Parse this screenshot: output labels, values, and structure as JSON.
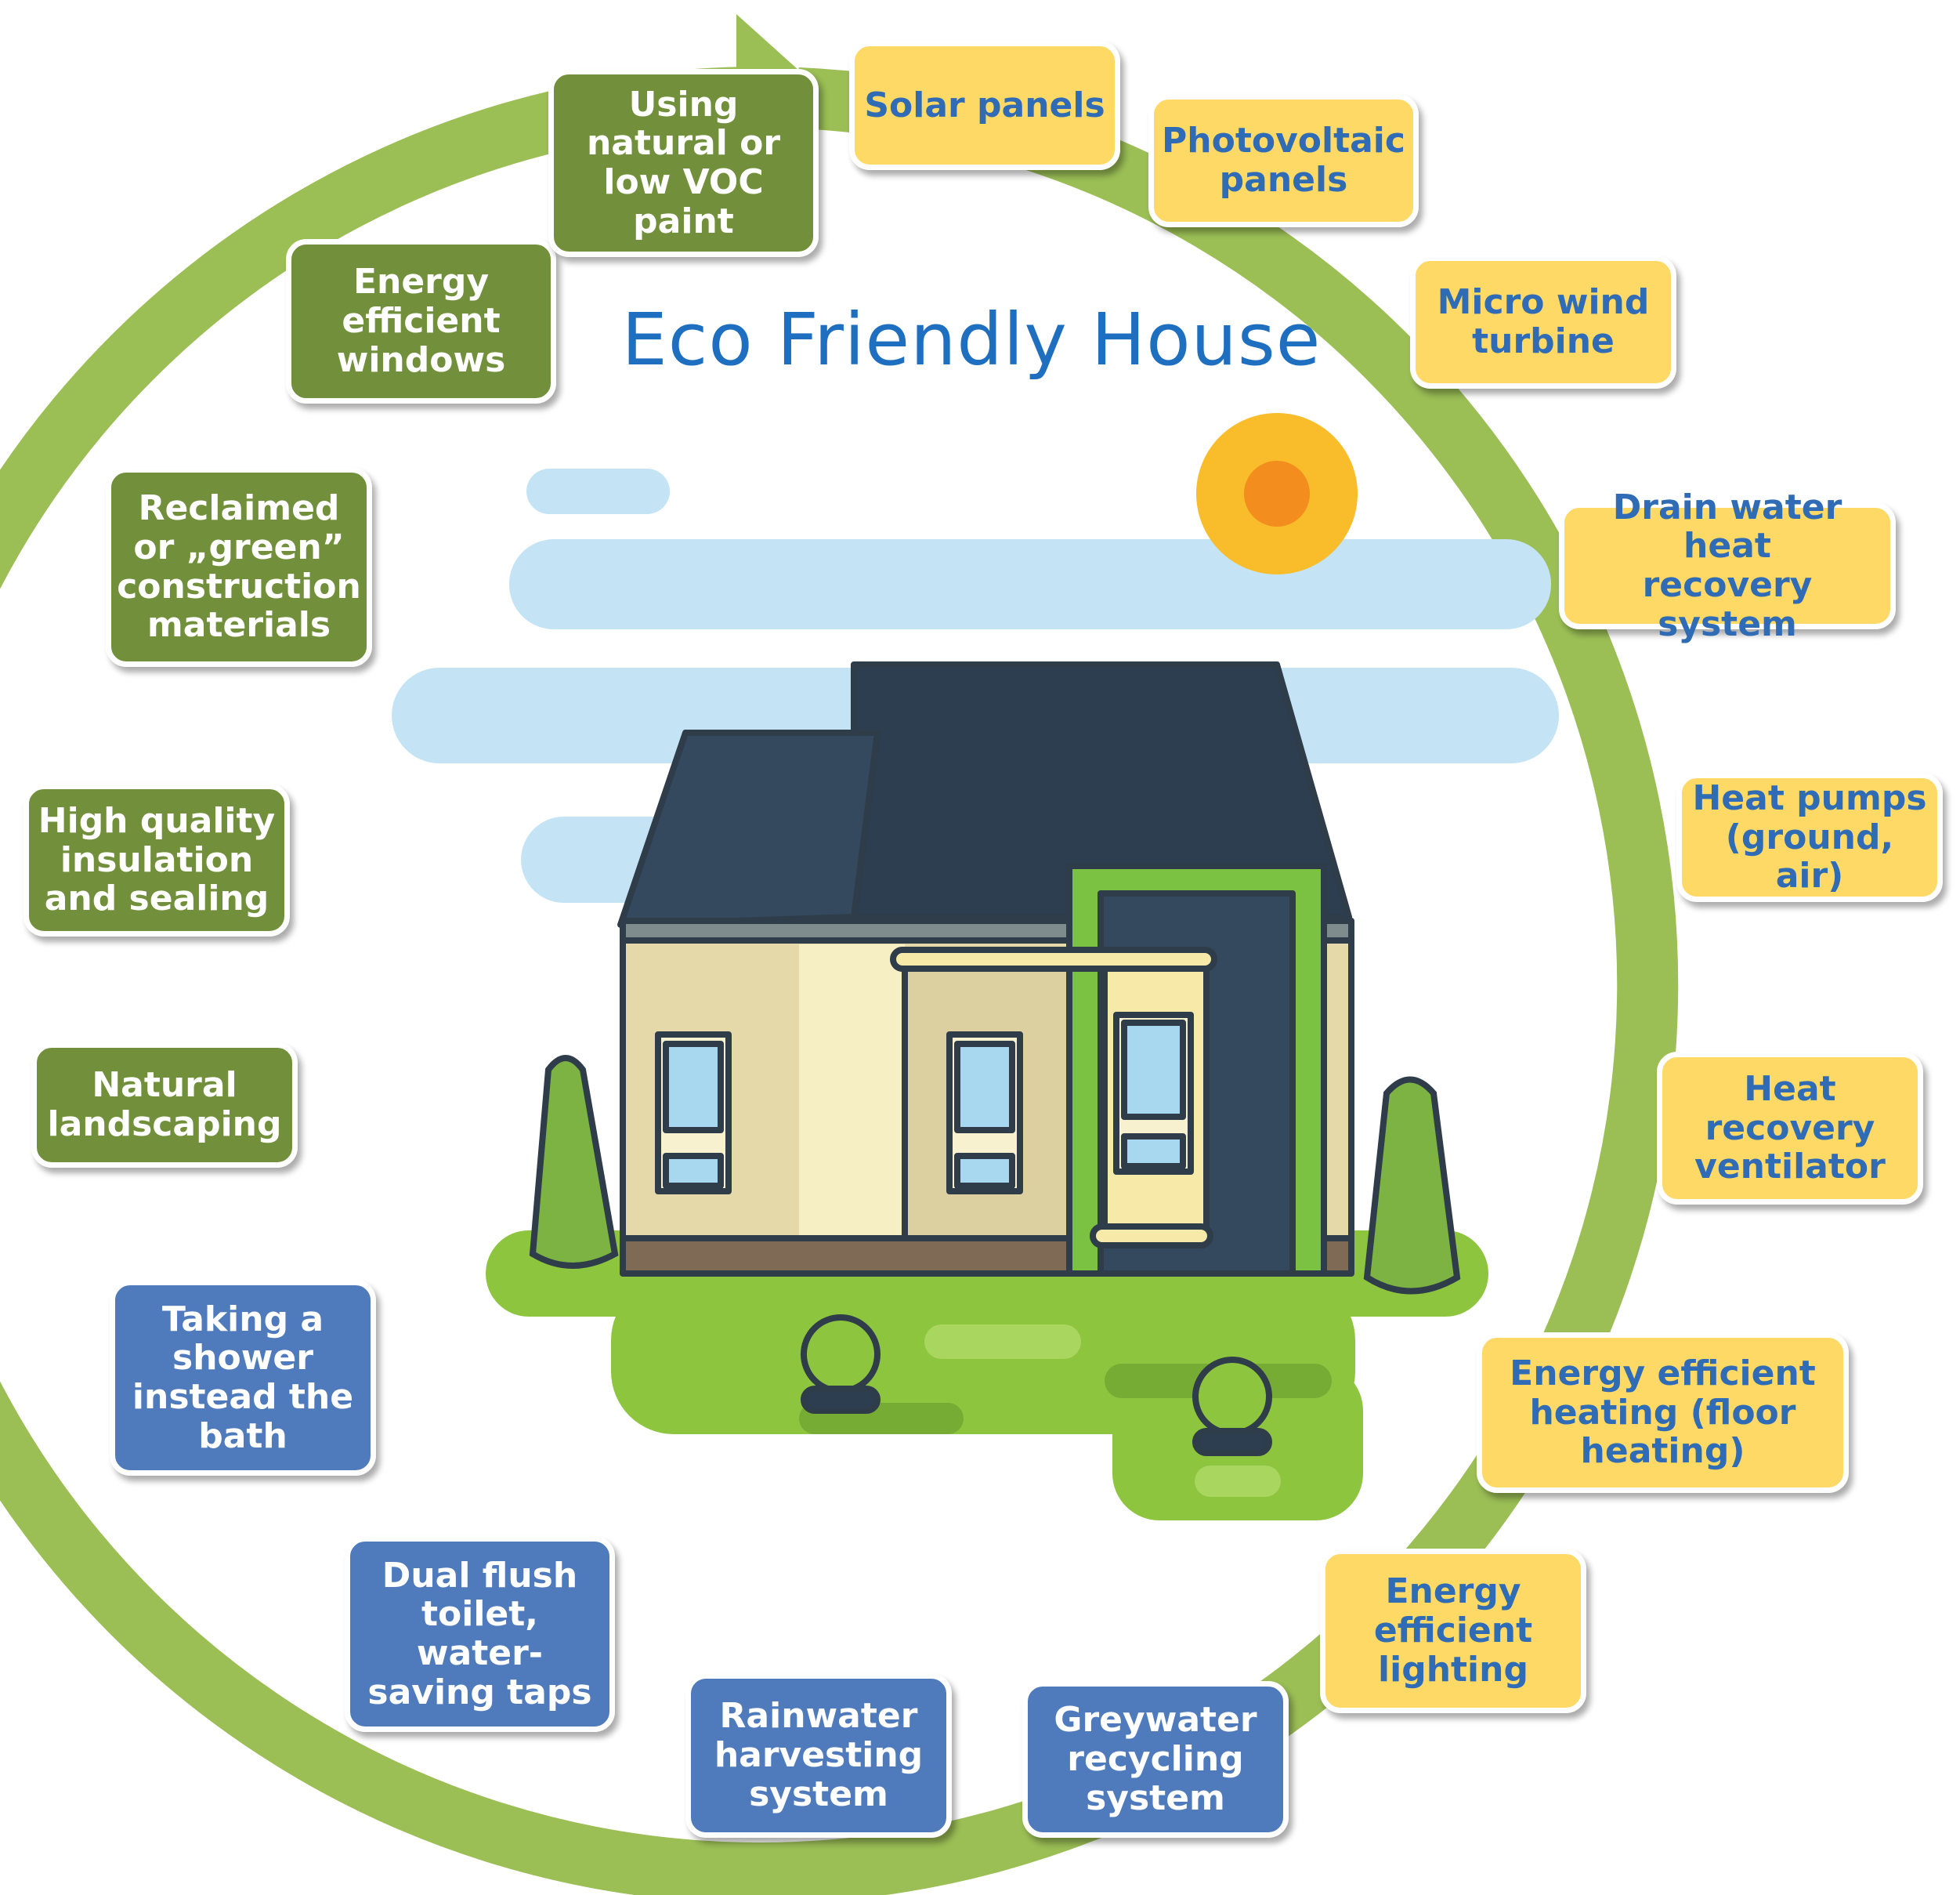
{
  "title": "Eco Friendly House",
  "colors": {
    "ring": "#9bbe55",
    "yellow_box": "#fed966",
    "yellow_text": "#2f6cb5",
    "green_box": "#72903b",
    "blue_box": "#4f7bbd",
    "title_text": "#1f6fc1"
  },
  "items": [
    {
      "id": "solar-panels",
      "group": "energy",
      "label": "Solar panels"
    },
    {
      "id": "photovoltaic-panels",
      "group": "energy",
      "label": "Photovoltaic\npanels"
    },
    {
      "id": "micro-wind-turbine",
      "group": "energy",
      "label": "Micro wind\nturbine"
    },
    {
      "id": "drain-water-heat-recovery",
      "group": "energy",
      "label": "Drain water heat\nrecovery system"
    },
    {
      "id": "heat-pumps",
      "group": "energy",
      "label": "Heat pumps\n(ground, air)"
    },
    {
      "id": "heat-recovery-ventilator",
      "group": "energy",
      "label": "Heat\nrecovery\nventilator"
    },
    {
      "id": "energy-efficient-heating",
      "group": "energy",
      "label": "Energy efficient\nheating (floor\nheating)"
    },
    {
      "id": "energy-efficient-lighting",
      "group": "energy",
      "label": "Energy\nefficient\nlighting"
    },
    {
      "id": "greywater-recycling",
      "group": "water",
      "label": "Greywater\nrecycling\nsystem"
    },
    {
      "id": "rainwater-harvesting",
      "group": "water",
      "label": "Rainwater\nharvesting\nsystem"
    },
    {
      "id": "dual-flush-toilet",
      "group": "water",
      "label": "Dual flush\ntoilet,\nwater-\nsaving taps"
    },
    {
      "id": "shower-instead-bath",
      "group": "water",
      "label": "Taking a\nshower\ninstead the\nbath"
    },
    {
      "id": "natural-landscaping",
      "group": "materials",
      "label": "Natural\nlandscaping"
    },
    {
      "id": "insulation-sealing",
      "group": "materials",
      "label": "High quality\ninsulation\nand sealing"
    },
    {
      "id": "green-materials",
      "group": "materials",
      "label": "Reclaimed\nor „green”\nconstruction\nmaterials"
    },
    {
      "id": "energy-efficient-windows",
      "group": "materials",
      "label": "Energy\nefficient\nwindows"
    },
    {
      "id": "low-voc-paint",
      "group": "materials",
      "label": "Using\nnatural or\nlow VOC\npaint"
    }
  ]
}
